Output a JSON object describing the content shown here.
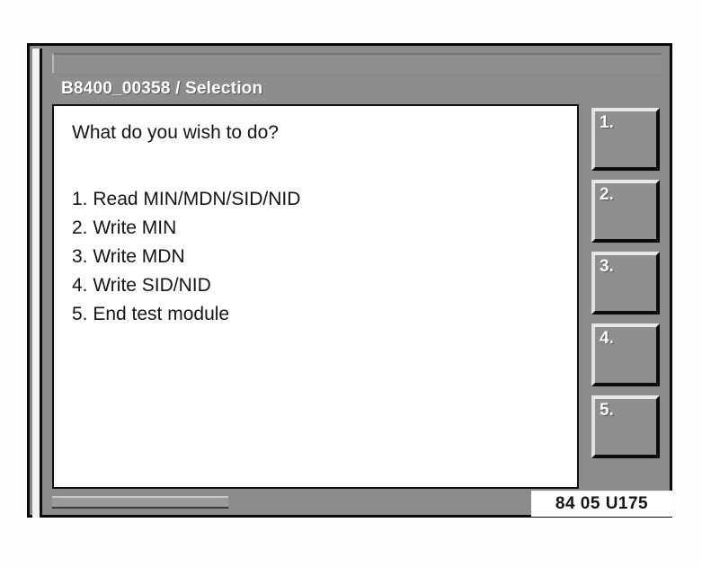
{
  "window": {
    "title": "B8400_00358 / Selection"
  },
  "content": {
    "question": "What do you wish to do?",
    "menu_items": [
      "1. Read MIN/MDN/SID/NID",
      "2. Write MIN",
      "3. Write MDN",
      "4. Write SID/NID",
      "5. End test module"
    ]
  },
  "softkeys": [
    {
      "label": "1."
    },
    {
      "label": "2."
    },
    {
      "label": "3."
    },
    {
      "label": "4."
    },
    {
      "label": "5."
    }
  ],
  "status_bar": {
    "text": "84 05 U175"
  },
  "colors": {
    "frame_border": "#0a0a0a",
    "panel_gray": "#8b8b8b",
    "title_gray": "#8d8d8d",
    "content_white": "#ffffff",
    "text_dark": "#141414",
    "text_light": "#ffffff"
  }
}
